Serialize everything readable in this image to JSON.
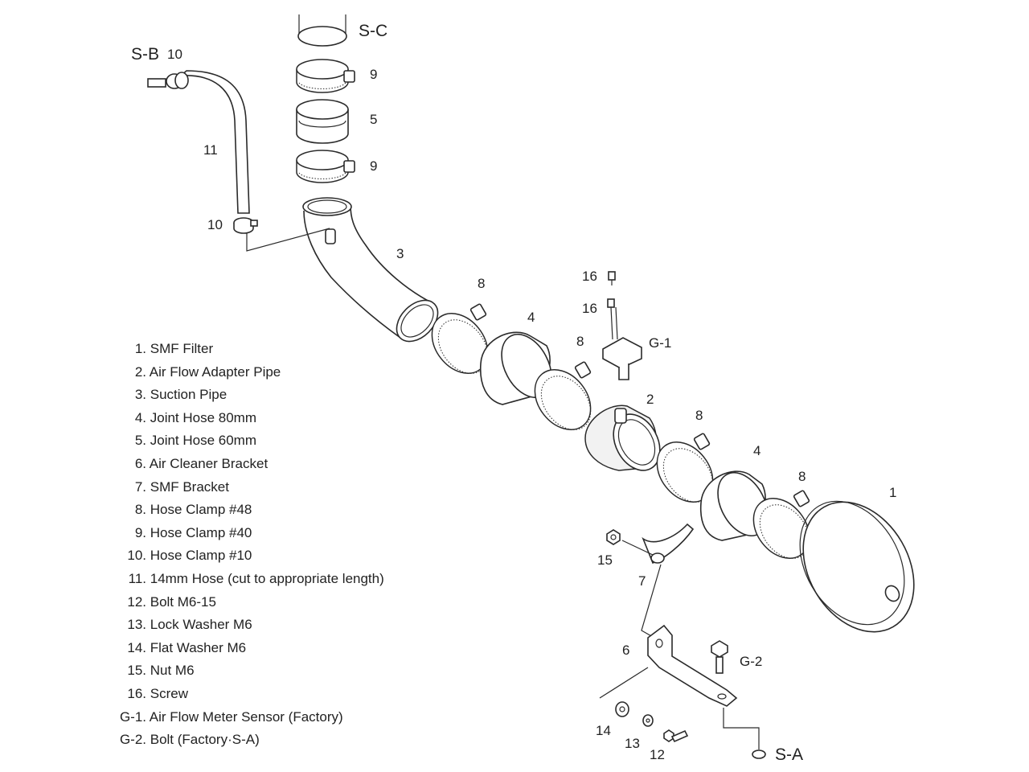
{
  "callouts": {
    "sc": "S-C",
    "sb": "S-B",
    "sa": "S-A",
    "g1": "G-1",
    "g2": "G-2",
    "n1": "1",
    "n2": "2",
    "n3": "3",
    "n4a": "4",
    "n4b": "4",
    "n5": "5",
    "n6": "6",
    "n7": "7",
    "n8a": "8",
    "n8b": "8",
    "n8c": "8",
    "n8d": "8",
    "n9a": "9",
    "n9b": "9",
    "n10a": "10",
    "n10b": "10",
    "n11": "11",
    "n12": "12",
    "n13": "13",
    "n14": "14",
    "n15": "15",
    "n16a": "16",
    "n16b": "16"
  },
  "parts_list": [
    {
      "code": "1.",
      "name": "SMF Filter"
    },
    {
      "code": "2.",
      "name": "Air Flow Adapter Pipe"
    },
    {
      "code": "3.",
      "name": "Suction Pipe"
    },
    {
      "code": "4.",
      "name": "Joint Hose 80mm"
    },
    {
      "code": "5.",
      "name": "Joint Hose 60mm"
    },
    {
      "code": "6.",
      "name": "Air Cleaner Bracket"
    },
    {
      "code": "7.",
      "name": "SMF Bracket"
    },
    {
      "code": "8.",
      "name": "Hose Clamp #48"
    },
    {
      "code": "9.",
      "name": "Hose Clamp #40"
    },
    {
      "code": "10.",
      "name": "Hose Clamp #10"
    },
    {
      "code": "11.",
      "name": "14mm Hose (cut to appropriate length)"
    },
    {
      "code": "12.",
      "name": "Bolt M6-15"
    },
    {
      "code": "13.",
      "name": "Lock Washer M6"
    },
    {
      "code": "14.",
      "name": "Flat Washer M6"
    },
    {
      "code": "15.",
      "name": "Nut M6"
    },
    {
      "code": "16.",
      "name": "Screw"
    },
    {
      "code": "G-1.",
      "name": "Air Flow Meter Sensor (Factory)"
    },
    {
      "code": "G-2.",
      "name": "Bolt (Factory·S-A)"
    }
  ]
}
